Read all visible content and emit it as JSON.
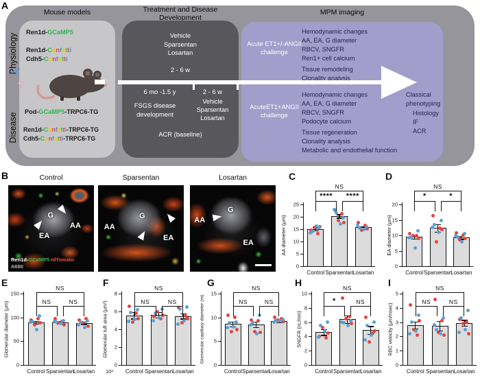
{
  "panelA": {
    "letter": "A",
    "row_labels": [
      "Physiology",
      "Disease"
    ],
    "headers": [
      "Mouse models",
      "Treatment and Disease",
      "Development",
      "MPM imaging"
    ],
    "mouse_models": {
      "sex_male": "♂",
      "sex_female": "♀",
      "physiology_lines": [
        [
          {
            "t": "Ren1d-"
          },
          {
            "t": "GCaMP5",
            "c": "#2eb34a"
          }
        ],
        [
          {
            "t": "Ren1d-"
          },
          {
            "t": "C",
            "c": "#3cb54a"
          },
          {
            "t": "o",
            "c": "#f2c500"
          },
          {
            "t": "n",
            "c": "#e8413c"
          },
          {
            "t": "f",
            "c": "#4a90d9"
          },
          {
            "t": "e",
            "c": "#f2c500"
          },
          {
            "t": "t",
            "c": "#3cb54a"
          },
          {
            "t": "t",
            "c": "#e8413c"
          },
          {
            "t": "i",
            "c": "#4a90d9"
          }
        ],
        [
          {
            "t": "Cdh5-"
          },
          {
            "t": "C",
            "c": "#3cb54a"
          },
          {
            "t": "o",
            "c": "#f2c500"
          },
          {
            "t": "n",
            "c": "#e8413c"
          },
          {
            "t": "f",
            "c": "#4a90d9"
          },
          {
            "t": "e",
            "c": "#f2c500"
          },
          {
            "t": "t",
            "c": "#3cb54a"
          },
          {
            "t": "t",
            "c": "#e8413c"
          },
          {
            "t": "i",
            "c": "#4a90d9"
          }
        ]
      ],
      "disease_lines": [
        [
          {
            "t": "Pod-"
          },
          {
            "t": "GCaMP5",
            "c": "#2eb34a"
          },
          {
            "t": "-TRPC6-TG"
          }
        ],
        [
          {
            "t": "Ren1d-"
          },
          {
            "t": "C",
            "c": "#3cb54a"
          },
          {
            "t": "o",
            "c": "#f2c500"
          },
          {
            "t": "n",
            "c": "#e8413c"
          },
          {
            "t": "f",
            "c": "#4a90d9"
          },
          {
            "t": "e",
            "c": "#f2c500"
          },
          {
            "t": "t",
            "c": "#3cb54a"
          },
          {
            "t": "t",
            "c": "#e8413c"
          },
          {
            "t": "i",
            "c": "#4a90d9"
          },
          {
            "t": "-TRPC6-TG"
          }
        ],
        [
          {
            "t": "Cdh5-"
          },
          {
            "t": "C",
            "c": "#3cb54a"
          },
          {
            "t": "o",
            "c": "#f2c500"
          },
          {
            "t": "n",
            "c": "#e8413c"
          },
          {
            "t": "f",
            "c": "#4a90d9"
          },
          {
            "t": "e",
            "c": "#f2c500"
          },
          {
            "t": "t",
            "c": "#3cb54a"
          },
          {
            "t": "t",
            "c": "#e8413c"
          },
          {
            "t": "i",
            "c": "#4a90d9"
          },
          {
            "t": "-TRPC6-TG"
          }
        ]
      ]
    },
    "treatment": {
      "top_drugs": [
        "Vehicle",
        "Sparsentan",
        "Losartan"
      ],
      "top_duration": "2 - 6 w",
      "timeline_left": "6 mo -1.5 y",
      "timeline_right": "2 - 6 w",
      "bottom_left": [
        "FSGS disease",
        "development"
      ],
      "bottom_right": [
        "Vehicle",
        "Sparsentan",
        "Losartan"
      ],
      "baseline_note": "ACR (baseline)"
    },
    "mpm": {
      "box1_challenge": [
        "Acute ET1+/-ANGII",
        "challenge"
      ],
      "box1_items": [
        "Hemodynamic changes",
        "AA, EA, G diameter",
        "RBCV, SNGFR",
        "Ren1+ cell calcium"
      ],
      "box1_items2": [
        "Tissue remodeling",
        "Clonality analysis"
      ],
      "box2_challenge": [
        "AcuteET1+ANGII",
        "challenge"
      ],
      "box2_items": [
        "Hemodynamic changes",
        "AA, EA, G diameter",
        "RBCV, SNGFR",
        "Podocyte calcium"
      ],
      "box2_items2": [
        "Tissue regeneration",
        "Clonality analysis",
        "Metabolic and endothelial function"
      ],
      "classical": [
        "Classical",
        "phenotyping"
      ],
      "classical_items": [
        "Histology",
        "IF",
        "ACR"
      ]
    }
  },
  "panelB": {
    "letter": "B",
    "images": [
      {
        "title": "Control",
        "labels": {
          "G": "G",
          "AA": "AA",
          "EA": "EA"
        },
        "tag1": [
          {
            "t": "Ren1d-",
            "c": "#ffffff"
          },
          {
            "t": "GCaMP5",
            "c": "#2eb34a"
          },
          {
            "t": " tdTomato",
            "c": "#e8503c"
          }
        ],
        "tag2": "A680"
      },
      {
        "title": "Sparsentan",
        "labels": {
          "G": "G",
          "AA": "AA",
          "EA": "EA"
        }
      },
      {
        "title": "Losartan",
        "labels": {
          "G": "G",
          "AA": "AA",
          "EA": "EA"
        }
      }
    ]
  },
  "colors": {
    "red_point": "#e8413c",
    "blue_point": "#5b9fd4",
    "bar_fill": "#dcdcdc",
    "purple_box": "#a29ecb",
    "dark_box": "#58585c",
    "light_box": "#c7c7ca",
    "outer_gray": "#95959b",
    "gcamp_green": "#2eb34a"
  },
  "chart_data": [
    {
      "id": "C",
      "letter": "C",
      "type": "bar",
      "ylabel": "AA diameter (μm)",
      "ymax": 25,
      "yticks": [
        0,
        5,
        10,
        15,
        20,
        25
      ],
      "categories": [
        "Control",
        "Sparsentan",
        "Losartan"
      ],
      "bars": [
        15.0,
        20.3,
        15.7
      ],
      "errors": [
        0.6,
        0.7,
        0.5
      ],
      "points_red": [
        [
          14.5,
          13.2,
          15.8,
          16.1
        ],
        [
          22.6,
          21.2,
          18.4,
          17.6
        ],
        [
          17.6,
          16.6,
          14.6,
          15.1
        ]
      ],
      "points_blue": [
        [
          15.6,
          14.1,
          16.3,
          13.6
        ],
        [
          19.6,
          21.6,
          17.2,
          22.9
        ],
        [
          16.1,
          15.5,
          14.9,
          16.4
        ]
      ],
      "sig": {
        "left": "****",
        "right": "****",
        "top": "NS"
      }
    },
    {
      "id": "D",
      "letter": "D",
      "type": "bar",
      "ylabel": "EA diameter (μm)",
      "ymax": 20,
      "yticks": [
        0,
        5,
        10,
        15,
        20
      ],
      "categories": [
        "Control",
        "Sparsentan",
        "Losartan"
      ],
      "bars": [
        9.5,
        12.4,
        9.3
      ],
      "errors": [
        0.5,
        1.2,
        0.5
      ],
      "points_red": [
        [
          10.5,
          10.0,
          9.8,
          9.0
        ],
        [
          16.3,
          12.3,
          7.8,
          12.0
        ],
        [
          10.8,
          10.2,
          8.5,
          9.0
        ]
      ],
      "points_blue": [
        [
          11.5,
          9.5,
          5.8,
          9.2
        ],
        [
          14.8,
          13.5,
          11.0,
          12.5
        ],
        [
          10.5,
          9.5,
          7.8,
          9.8
        ]
      ],
      "sig": {
        "left": "*",
        "right": "*",
        "top": "NS"
      }
    },
    {
      "id": "E",
      "letter": "E",
      "type": "bar",
      "ylabel": "Glomerular diameter (μm)",
      "ymax": 150,
      "yticks": [
        0,
        50,
        100,
        150
      ],
      "categories": [
        "Control",
        "Sparsentan",
        "Losartan"
      ],
      "bars": [
        90,
        89.5,
        88.5
      ],
      "errors": [
        3,
        2.5,
        2.5
      ],
      "points_red": [
        [
          95,
          97,
          85,
          88
        ],
        [
          97,
          92,
          88,
          85
        ],
        [
          95,
          97,
          88,
          82
        ]
      ],
      "points_blue": [
        [
          103,
          92,
          75,
          90
        ],
        [
          93,
          90,
          87,
          91
        ],
        [
          93,
          90,
          78,
          85
        ]
      ],
      "sig": {
        "left": "NS",
        "right": "NS",
        "top": "NS"
      }
    },
    {
      "id": "F",
      "letter": "F",
      "type": "bar",
      "ylabel": "Glomerular tuft area (μm²)",
      "ymax": 8,
      "yticks": [
        0,
        2,
        4,
        6,
        8
      ],
      "scale_note": "10³",
      "categories": [
        "Control",
        "Sparsentan",
        "Losartan"
      ],
      "bars": [
        5.55,
        5.6,
        5.5
      ],
      "errors": [
        0.35,
        0.3,
        0.3
      ],
      "points_red": [
        [
          6.6,
          5.8,
          4.8,
          5.2
        ],
        [
          5.4,
          5.2,
          6.0,
          5.6
        ],
        [
          6.4,
          5.5,
          4.7,
          5.2
        ]
      ],
      "points_blue": [
        [
          6.2,
          5.9,
          5.1,
          4.9
        ],
        [
          6.3,
          5.8,
          5.3,
          5.0
        ],
        [
          6.5,
          6.3,
          5.0,
          4.6
        ]
      ],
      "sig": {
        "left": "NS",
        "right": "NS",
        "top": "NS"
      }
    },
    {
      "id": "G",
      "letter": "G",
      "type": "bar",
      "ylabel": "Glomerular capillary diameter (m)",
      "ymax": 15,
      "yticks": [
        0,
        5,
        10,
        15
      ],
      "categories": [
        "Control",
        "Sparsentan",
        "Losartan"
      ],
      "bars": [
        8.6,
        8.5,
        9.3
      ],
      "errors": [
        0.5,
        0.6,
        0.3
      ],
      "points_red": [
        [
          10.5,
          10.0,
          7.0,
          7.5
        ],
        [
          9.5,
          9.3,
          7.0,
          6.8
        ],
        [
          10.0,
          9.7,
          9.5,
          9.2
        ]
      ],
      "points_blue": [
        [
          9.0,
          8.8,
          8.0,
          7.8
        ],
        [
          10.5,
          8.8,
          6.5,
          8.5
        ],
        [
          9.6,
          9.4,
          9.3,
          9.0
        ]
      ],
      "sig": {
        "left": "NS",
        "right": "NS",
        "top": "NS"
      }
    },
    {
      "id": "H",
      "letter": "H",
      "type": "bar",
      "ylabel": "SNGFR (nL/min)",
      "ymax": 10,
      "yticks": [
        0,
        2,
        4,
        6,
        8,
        10
      ],
      "categories": [
        "Control",
        "Sparsentan",
        "Losartan"
      ],
      "bars": [
        4.6,
        6.4,
        4.9
      ],
      "errors": [
        0.4,
        0.5,
        0.55
      ],
      "points_red": [
        [
          4.0,
          3.8,
          5.2,
          4.5
        ],
        [
          9.4,
          6.8,
          6.5,
          5.8
        ],
        [
          6.7,
          4.5,
          3.2,
          4.8
        ]
      ],
      "points_blue": [
        [
          6.0,
          5.5,
          4.8,
          3.9
        ],
        [
          6.2,
          5.9,
          5.5,
          6.0
        ],
        [
          6.0,
          5.5,
          4.2,
          3.5
        ]
      ],
      "sig": {
        "left": "*",
        "right": "NS",
        "top": "NS"
      }
    },
    {
      "id": "I",
      "letter": "I",
      "type": "bar",
      "ylabel": "RBC velocity (μm/msec)",
      "ymax": 5,
      "yticks": [
        0,
        1,
        2,
        3,
        4,
        5
      ],
      "categories": [
        "Control",
        "Sparsentan",
        "Losartan"
      ],
      "bars": [
        2.8,
        2.75,
        2.95
      ],
      "errors": [
        0.25,
        0.35,
        0.2
      ],
      "points_red": [
        [
          4.2,
          2.1,
          2.5,
          3.1
        ],
        [
          4.6,
          3.1,
          2.3,
          2.1
        ],
        [
          3.2,
          3.0,
          2.9,
          2.2
        ]
      ],
      "points_blue": [
        [
          3.5,
          3.0,
          2.4,
          2.2
        ],
        [
          3.3,
          2.5,
          2.2,
          2.8
        ],
        [
          3.8,
          3.3,
          2.5,
          2.3
        ]
      ],
      "sig": {
        "left": "NS",
        "right": "NS",
        "top": "NS"
      }
    }
  ]
}
